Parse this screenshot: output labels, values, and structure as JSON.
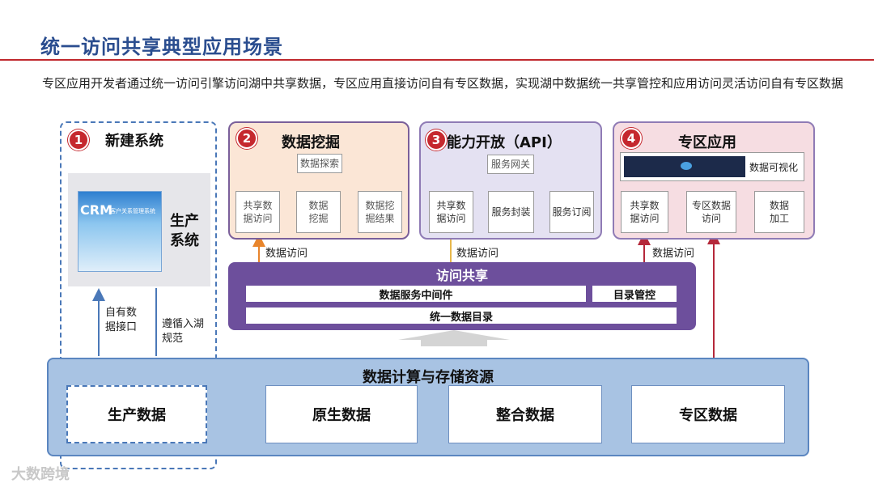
{
  "slide": {
    "title": "统一访问共享典型应用场景",
    "description": "专区应用开发者通过统一访问引擎访问湖中共享数据，专区应用直接访问自有专区数据，实现湖中数据统一共享管控和应用访问灵活访问自有专区数据"
  },
  "new_system": {
    "num": "1",
    "title": "新建系统",
    "crm_logo": "CRM",
    "crm_subtitle": "客户关系管理系统",
    "prod_label": "生产系统",
    "left_arrow_label": "自有数据接口",
    "right_arrow_label": "遵循入湖规范"
  },
  "mining": {
    "num": "2",
    "title": "数据挖掘",
    "nodes": {
      "explore": "数据探索",
      "share_access": "共享数据访问",
      "mine": "数据挖掘",
      "result": "数据挖掘结果"
    },
    "link_label": "数据访问"
  },
  "api": {
    "num": "3",
    "title": "能力开放（API）",
    "nodes": {
      "gateway": "服务网关",
      "share_access": "共享数据访问",
      "wrap": "服务封装",
      "subscribe": "服务订阅"
    },
    "link_label": "数据访问"
  },
  "zone_app": {
    "num": "4",
    "title": "专区应用",
    "viz_label": "数据可视化",
    "nodes": {
      "share_access": "共享数据访问",
      "zone_access": "专区数据访问",
      "process": "数据加工"
    },
    "link_label": "数据访问"
  },
  "access_share": {
    "title": "访问共享",
    "middleware": "数据服务中间件",
    "catalog_ctrl": "目录管控",
    "unified_catalog": "统一数据目录"
  },
  "storage": {
    "title": "数据计算与存储资源",
    "boxes": [
      "生产数据",
      "原生数据",
      "整合数据",
      "专区数据"
    ]
  },
  "watermark": "大数跨境",
  "colors": {
    "title": "#2a4d8f",
    "accent_red": "#c5282e",
    "access_purple": "#6d4f9c",
    "storage_blue": "#a8c3e3",
    "mining_bg": "#fbe6d6",
    "api_bg": "#e4e1f2",
    "zone_bg": "#f6dde2",
    "arrow_orange": "#e8852c",
    "arrow_purple": "#8a6fb8",
    "arrow_red": "#b5283a"
  }
}
